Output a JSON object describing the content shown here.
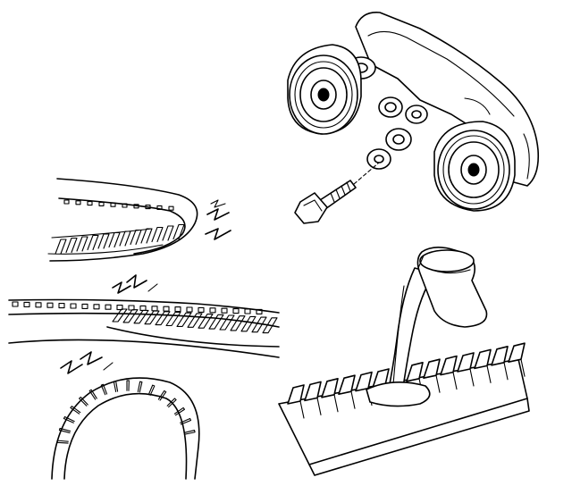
{
  "figure": {
    "panels": [
      {
        "name": "tensioner-assembly",
        "icon": "tensioner-pulley-icon"
      },
      {
        "name": "belt-wear-curved",
        "icon": "belt-wear-icon"
      },
      {
        "name": "belt-wear-flat",
        "icon": "belt-wear-icon"
      },
      {
        "name": "sprocket-wear",
        "icon": "sprocket-icon"
      },
      {
        "name": "oil-contamination",
        "icon": "oil-pour-icon"
      }
    ],
    "colors": {
      "line": "#000000",
      "background": "#ffffff"
    }
  }
}
